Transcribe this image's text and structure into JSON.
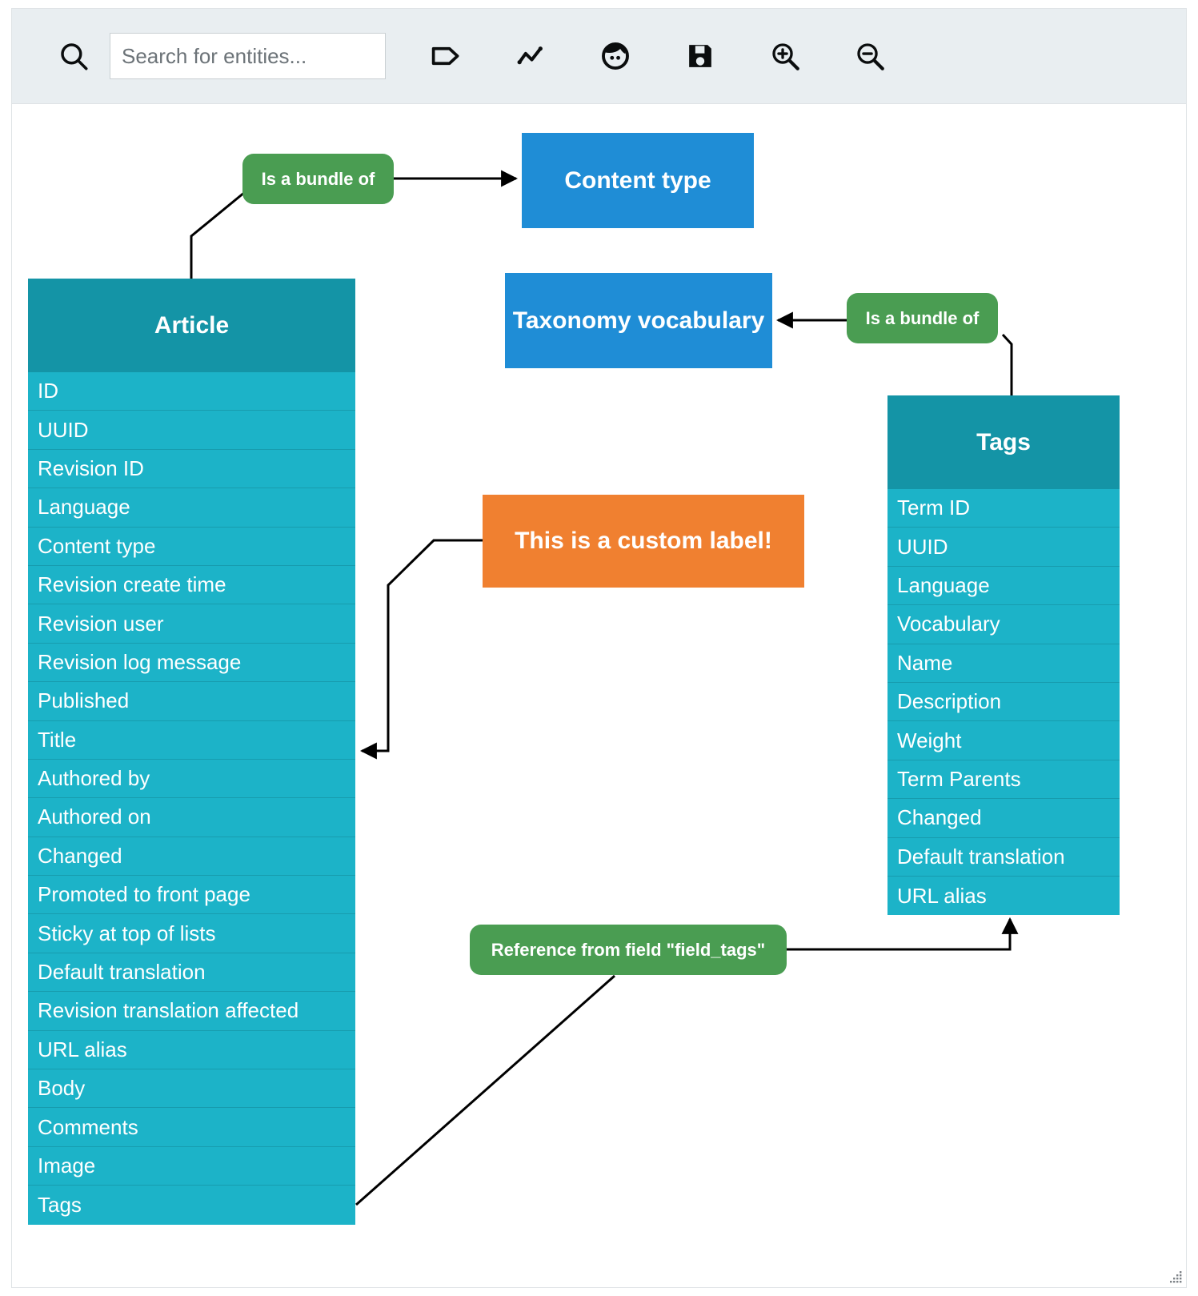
{
  "toolbar": {
    "search": {
      "placeholder": "Search for entities...",
      "value": ""
    },
    "icons": [
      {
        "name": "search-icon",
        "label": "Search"
      },
      {
        "name": "tag-icon",
        "label": "Add label"
      },
      {
        "name": "line-chart-icon",
        "label": "Add relation"
      },
      {
        "name": "person-icon",
        "label": "Entity"
      },
      {
        "name": "save-icon",
        "label": "Save"
      },
      {
        "name": "zoom-in-icon",
        "label": "Zoom in"
      },
      {
        "name": "zoom-out-icon",
        "label": "Zoom out"
      }
    ]
  },
  "colors": {
    "toolbar_bg": "#e9eef1",
    "entity_header": "#1494a6",
    "entity_row": "#1cb3c8",
    "blue_node": "#1f8dd6",
    "orange_node": "#f08030",
    "green_pill": "#4a9d52",
    "edge": "#000000"
  },
  "diagram": {
    "entities": [
      {
        "id": "article",
        "title": "Article",
        "fields": [
          "ID",
          "UUID",
          "Revision ID",
          "Language",
          "Content type",
          "Revision create time",
          "Revision user",
          "Revision log message",
          "Published",
          "Title",
          "Authored by",
          "Authored on",
          "Changed",
          "Promoted to front page",
          "Sticky at top of lists",
          "Default translation",
          "Revision translation affected",
          "URL alias",
          "Body",
          "Comments",
          "Image",
          "Tags"
        ]
      },
      {
        "id": "tags",
        "title": "Tags",
        "fields": [
          "Term ID",
          "UUID",
          "Language",
          "Vocabulary",
          "Name",
          "Description",
          "Weight",
          "Term Parents",
          "Changed",
          "Default translation",
          "URL alias"
        ]
      }
    ],
    "nodes": [
      {
        "id": "content-type",
        "label": "Content type",
        "shape": "rect",
        "color": "#1f8dd6"
      },
      {
        "id": "taxonomy-vocabulary",
        "label": "Taxonomy vocabulary",
        "shape": "rect",
        "color": "#1f8dd6"
      },
      {
        "id": "custom-label",
        "label": "This is a custom label!",
        "shape": "rect",
        "color": "#f08030"
      }
    ],
    "edge_labels": [
      {
        "id": "bundle-article",
        "label": "Is a bundle of"
      },
      {
        "id": "bundle-tags",
        "label": "Is a bundle of"
      },
      {
        "id": "field-tags",
        "label": "Reference from field \"field_tags\""
      }
    ]
  }
}
